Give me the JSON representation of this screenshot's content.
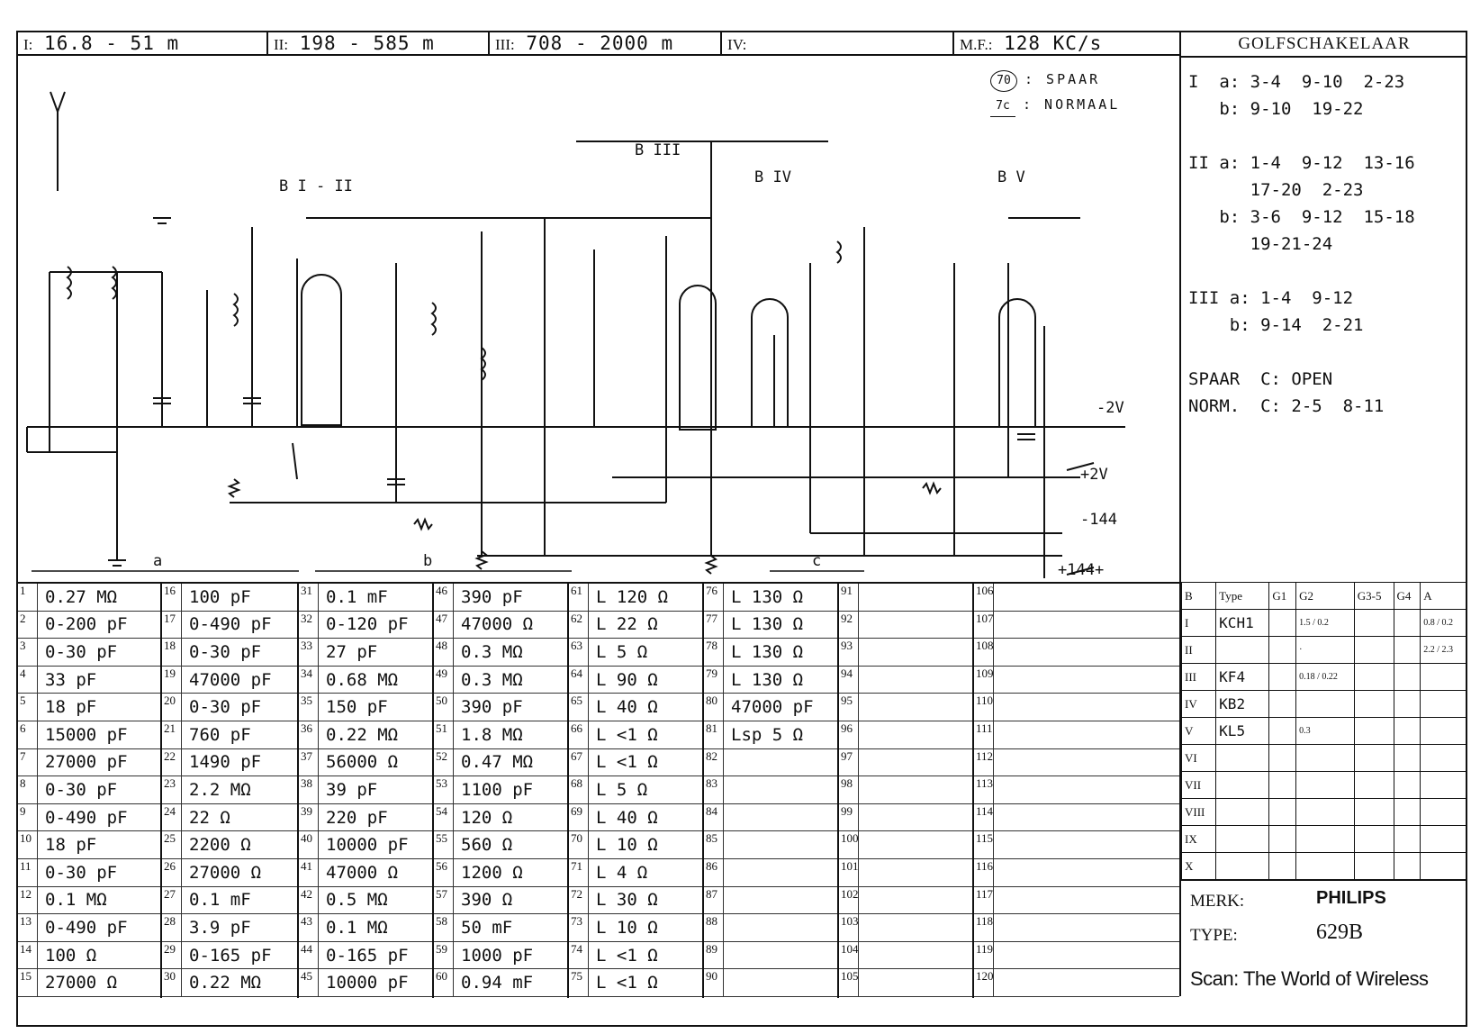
{
  "header": {
    "band1_label": "I:",
    "band1_value": "16.8 - 51 m",
    "band2_label": "II:",
    "band2_value": "198 - 585 m",
    "band3_label": "III:",
    "band3_value": "708 - 2000 m",
    "band4_label": "IV:",
    "mf_label": "M.F.:",
    "mf_value": "128 KC/s",
    "switch_title": "GOLFSCHAKELAAR"
  },
  "legend": {
    "spaar_code": "70",
    "spaar_label": ": SPAAR",
    "normaal_code": "7c",
    "normaal_label": ": NORMAAL"
  },
  "switch_notes": [
    "I  a: 3-4  9-10  2-23",
    "   b: 9-10  19-22",
    "",
    "II a: 1-4  9-12  13-16",
    "      17-20  2-23",
    "   b: 3-6  9-12  15-18",
    "      19-21-24",
    "",
    "III a: 1-4  9-12",
    "    b: 9-14  2-21",
    "",
    "SPAAR  C: OPEN",
    "NORM.  C: 2-5  8-11"
  ],
  "stages": [
    "B I - II",
    "B III",
    "B IV",
    "B V"
  ],
  "sections": [
    "a",
    "b",
    "c"
  ],
  "voltages": [
    "-2V",
    "+2V",
    "-144",
    "+144+"
  ],
  "parts": [
    [
      [
        "1",
        "0.27 MΩ"
      ],
      [
        "2",
        "0-200 pF"
      ],
      [
        "3",
        "0-30 pF"
      ],
      [
        "4",
        "33 pF"
      ],
      [
        "5",
        "18 pF"
      ],
      [
        "6",
        "15000 pF"
      ],
      [
        "7",
        "27000 pF"
      ],
      [
        "8",
        "0-30 pF"
      ],
      [
        "9",
        "0-490 pF"
      ],
      [
        "10",
        "18 pF"
      ],
      [
        "11",
        "0-30 pF"
      ],
      [
        "12",
        "0.1 MΩ"
      ],
      [
        "13",
        "0-490 pF"
      ],
      [
        "14",
        "100 Ω"
      ],
      [
        "15",
        "27000 Ω"
      ]
    ],
    [
      [
        "16",
        "100 pF"
      ],
      [
        "17",
        "0-490 pF"
      ],
      [
        "18",
        "0-30 pF"
      ],
      [
        "19",
        "47000 pF"
      ],
      [
        "20",
        "0-30 pF"
      ],
      [
        "21",
        "760 pF"
      ],
      [
        "22",
        "1490 pF"
      ],
      [
        "23",
        "2.2 MΩ"
      ],
      [
        "24",
        "22 Ω"
      ],
      [
        "25",
        "2200 Ω"
      ],
      [
        "26",
        "27000 Ω"
      ],
      [
        "27",
        "0.1 mF"
      ],
      [
        "28",
        "3.9 pF"
      ],
      [
        "29",
        "0-165 pF"
      ],
      [
        "30",
        "0.22 MΩ"
      ]
    ],
    [
      [
        "31",
        "0.1 mF"
      ],
      [
        "32",
        "0-120 pF"
      ],
      [
        "33",
        "27 pF"
      ],
      [
        "34",
        "0.68 MΩ"
      ],
      [
        "35",
        "150 pF"
      ],
      [
        "36",
        "0.22 MΩ"
      ],
      [
        "37",
        "56000 Ω"
      ],
      [
        "38",
        "39 pF"
      ],
      [
        "39",
        "220 pF"
      ],
      [
        "40",
        "10000 pF"
      ],
      [
        "41",
        "47000 Ω"
      ],
      [
        "42",
        "0.5 MΩ"
      ],
      [
        "43",
        "0.1 MΩ"
      ],
      [
        "44",
        "0-165 pF"
      ],
      [
        "45",
        "10000 pF"
      ]
    ],
    [
      [
        "46",
        "390 pF"
      ],
      [
        "47",
        "47000 Ω"
      ],
      [
        "48",
        "0.3 MΩ"
      ],
      [
        "49",
        "0.3 MΩ"
      ],
      [
        "50",
        "390 pF"
      ],
      [
        "51",
        "1.8 MΩ"
      ],
      [
        "52",
        "0.47 MΩ"
      ],
      [
        "53",
        "1100 pF"
      ],
      [
        "54",
        "120 Ω"
      ],
      [
        "55",
        "560 Ω"
      ],
      [
        "56",
        "1200 Ω"
      ],
      [
        "57",
        "390 Ω"
      ],
      [
        "58",
        "50 mF"
      ],
      [
        "59",
        "1000 pF"
      ],
      [
        "60",
        "0.94 mF"
      ]
    ],
    [
      [
        "61",
        "L  120 Ω"
      ],
      [
        "62",
        "L  22 Ω"
      ],
      [
        "63",
        "L  5 Ω"
      ],
      [
        "64",
        "L  90 Ω"
      ],
      [
        "65",
        "L  40 Ω"
      ],
      [
        "66",
        "L  <1 Ω"
      ],
      [
        "67",
        "L  <1 Ω"
      ],
      [
        "68",
        "L  5 Ω"
      ],
      [
        "69",
        "L  40 Ω"
      ],
      [
        "70",
        "L  10 Ω"
      ],
      [
        "71",
        "L  4 Ω"
      ],
      [
        "72",
        "L  30 Ω"
      ],
      [
        "73",
        "L  10 Ω"
      ],
      [
        "74",
        "L  <1 Ω"
      ],
      [
        "75",
        "L  <1 Ω"
      ]
    ],
    [
      [
        "76",
        "L  130 Ω"
      ],
      [
        "77",
        "L  130 Ω"
      ],
      [
        "78",
        "L  130 Ω"
      ],
      [
        "79",
        "L  130 Ω"
      ],
      [
        "80",
        "47000 pF"
      ],
      [
        "81",
        "Lsp 5 Ω"
      ],
      [
        "82",
        ""
      ],
      [
        "83",
        ""
      ],
      [
        "84",
        ""
      ],
      [
        "85",
        ""
      ],
      [
        "86",
        ""
      ],
      [
        "87",
        ""
      ],
      [
        "88",
        ""
      ],
      [
        "89",
        ""
      ],
      [
        "90",
        ""
      ]
    ],
    [
      [
        "91",
        ""
      ],
      [
        "92",
        ""
      ],
      [
        "93",
        ""
      ],
      [
        "94",
        ""
      ],
      [
        "95",
        ""
      ],
      [
        "96",
        ""
      ],
      [
        "97",
        ""
      ],
      [
        "98",
        ""
      ],
      [
        "99",
        ""
      ],
      [
        "100",
        ""
      ],
      [
        "101",
        ""
      ],
      [
        "102",
        ""
      ],
      [
        "103",
        ""
      ],
      [
        "104",
        ""
      ],
      [
        "105",
        ""
      ]
    ],
    [
      [
        "106",
        ""
      ],
      [
        "107",
        ""
      ],
      [
        "108",
        ""
      ],
      [
        "109",
        ""
      ],
      [
        "110",
        ""
      ],
      [
        "111",
        ""
      ],
      [
        "112",
        ""
      ],
      [
        "113",
        ""
      ],
      [
        "114",
        ""
      ],
      [
        "115",
        ""
      ],
      [
        "116",
        ""
      ],
      [
        "117",
        ""
      ],
      [
        "118",
        ""
      ],
      [
        "119",
        ""
      ],
      [
        "120",
        ""
      ]
    ]
  ],
  "tube_table": {
    "headers": [
      "B",
      "Type",
      "G1",
      "G2",
      "G3-5",
      "G4",
      "A"
    ],
    "rows": [
      [
        "I",
        "KCH1",
        "",
        "1.5 / 0.2",
        "",
        "",
        "0.8 / 0.2"
      ],
      [
        "II",
        "",
        "",
        "·",
        "",
        "",
        "2.2 / 2.3"
      ],
      [
        "III",
        "KF4",
        "",
        "0.18 / 0.22",
        "",
        "",
        ""
      ],
      [
        "IV",
        "KB2",
        "",
        "",
        "",
        "",
        ""
      ],
      [
        "V",
        "KL5",
        "",
        "0.3",
        "",
        "",
        ""
      ],
      [
        "VI",
        "",
        "",
        "",
        "",
        "",
        ""
      ],
      [
        "VII",
        "",
        "",
        "",
        "",
        "",
        ""
      ],
      [
        "VIII",
        "",
        "",
        "",
        "",
        "",
        ""
      ],
      [
        "IX",
        "",
        "",
        "",
        "",
        "",
        ""
      ],
      [
        "X",
        "",
        "",
        "",
        "",
        "",
        ""
      ]
    ]
  },
  "merk": {
    "merk_label": "MERK:",
    "merk_value": "PHILIPS",
    "type_label": "TYPE:",
    "type_value": "629B",
    "scan_credit": "Scan: The World of Wireless"
  }
}
